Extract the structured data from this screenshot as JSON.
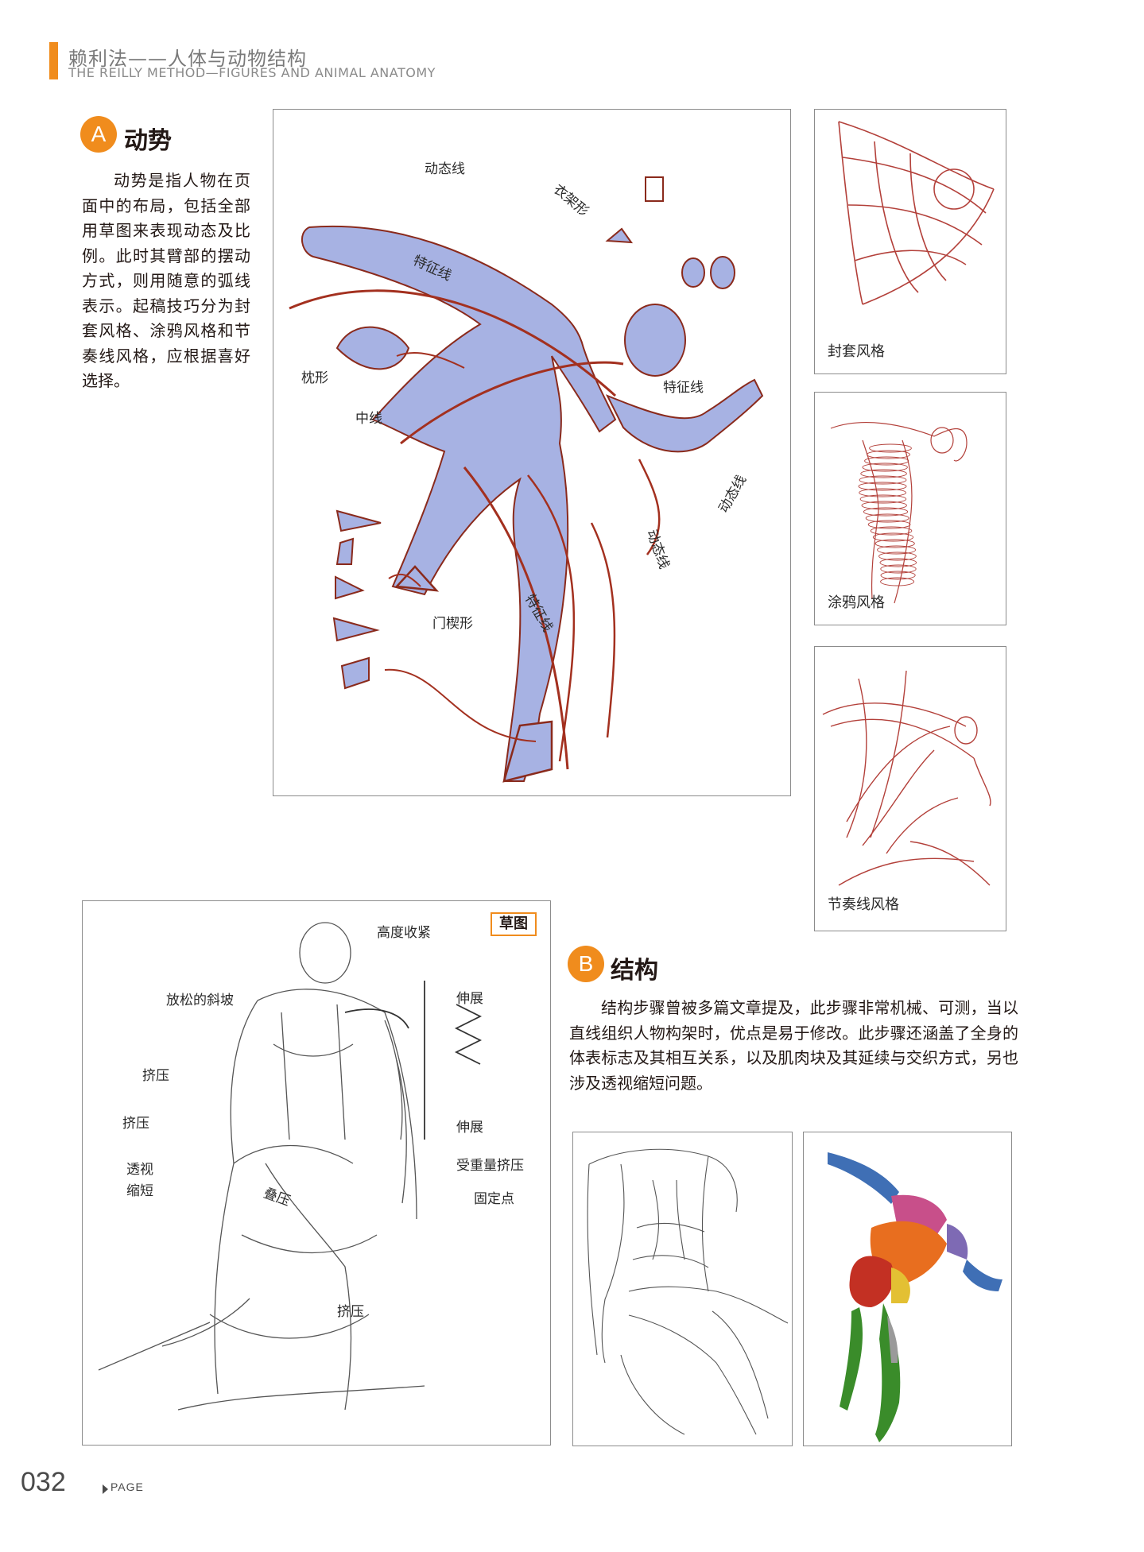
{
  "header": {
    "title_cn": "赖利法——人体与动物结构",
    "title_en": "THE REILLY METHOD—FIGURES AND ANIMAL ANATOMY"
  },
  "section_a": {
    "badge": "A",
    "title": "动势",
    "body": "动势是指人物在页面中的布局，包括全部用草图来表现动态及比例。此时其臂部的摆动方式，则用随意的弧线表示。起稿技巧分为封套风格、涂鸦风格和节奏线风格，应根据喜好选择。"
  },
  "main_figure": {
    "labels": {
      "dongtai_top": "动态线",
      "yijia": "衣架形",
      "tezheng_top": "特征线",
      "zhenxing": "枕形",
      "zhongxian": "中线",
      "tezheng_right": "特征线",
      "dongtai_right": "动态线",
      "dongtai_mid": "动态线",
      "tezheng_bottom": "特征线",
      "menxie": "门楔形"
    }
  },
  "side_figures": [
    {
      "caption": "封套风格"
    },
    {
      "caption": "涂鸦风格"
    },
    {
      "caption": "节奏线风格"
    }
  ],
  "sketch_figure": {
    "tag": "草图",
    "labels": {
      "gaodu": "高度收紧",
      "fangsong": "放松的斜坡",
      "shenzhan_1": "伸展",
      "jiya_1": "挤压",
      "jiya_2": "挤压",
      "shenzhan_2": "伸展",
      "toushi": "透视",
      "suoduan": "缩短",
      "shouzhong": "受重量挤压",
      "dieya": "叠压",
      "guding": "固定点",
      "jiya_3": "挤压"
    }
  },
  "section_b": {
    "badge": "B",
    "title": "结构",
    "body": "结构步骤曾被多篇文章提及，此步骤非常机械、可测，当以直线组织人物构架时，优点是易于修改。此步骤还涵盖了全身的体表标志及其相互关系，以及肌肉块及其延续与交织方式，另也涉及透视缩短问题。"
  },
  "footer": {
    "page_number": "032",
    "page_label": "PAGE"
  },
  "colors": {
    "accent": "#f08c1d",
    "figure_fill": "#a7b2e3",
    "sketch_red": "#a3301f"
  }
}
